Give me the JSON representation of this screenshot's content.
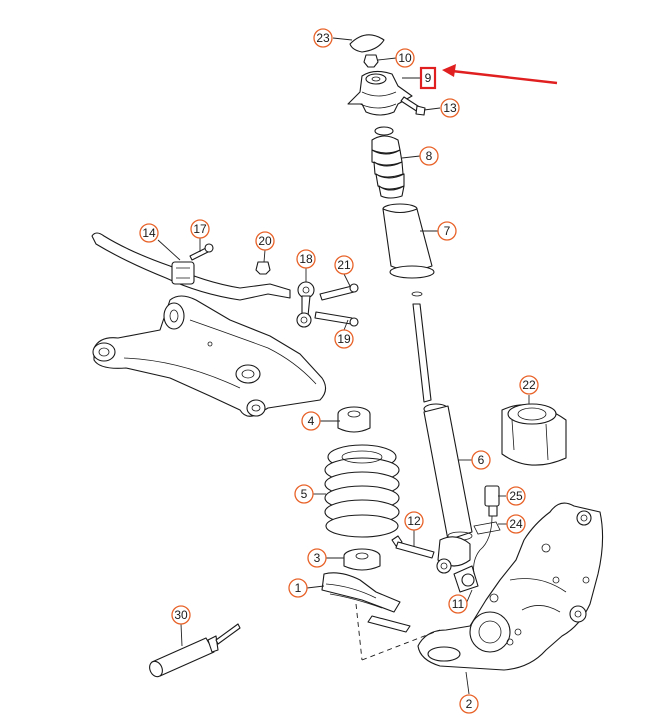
{
  "callouts": [
    {
      "id": "c23",
      "label": "23"
    },
    {
      "id": "c10",
      "label": "10"
    },
    {
      "id": "c9",
      "label": "9"
    },
    {
      "id": "c13",
      "label": "13"
    },
    {
      "id": "c8",
      "label": "8"
    },
    {
      "id": "c7",
      "label": "7"
    },
    {
      "id": "c14",
      "label": "14"
    },
    {
      "id": "c17",
      "label": "17"
    },
    {
      "id": "c20",
      "label": "20"
    },
    {
      "id": "c18",
      "label": "18"
    },
    {
      "id": "c21",
      "label": "21"
    },
    {
      "id": "c19",
      "label": "19"
    },
    {
      "id": "c22",
      "label": "22"
    },
    {
      "id": "c4",
      "label": "4"
    },
    {
      "id": "c6",
      "label": "6"
    },
    {
      "id": "c5",
      "label": "5"
    },
    {
      "id": "c25",
      "label": "25"
    },
    {
      "id": "c12",
      "label": "12"
    },
    {
      "id": "c24",
      "label": "24"
    },
    {
      "id": "c3",
      "label": "3"
    },
    {
      "id": "c1",
      "label": "1"
    },
    {
      "id": "c11",
      "label": "11"
    },
    {
      "id": "c30",
      "label": "30"
    },
    {
      "id": "c2",
      "label": "2"
    }
  ],
  "highlight": {
    "target": "9",
    "color": "#e02020"
  },
  "colors": {
    "callout_ring": "#e8632a",
    "arrow": "#e02020",
    "line": "#1a1a1a"
  }
}
